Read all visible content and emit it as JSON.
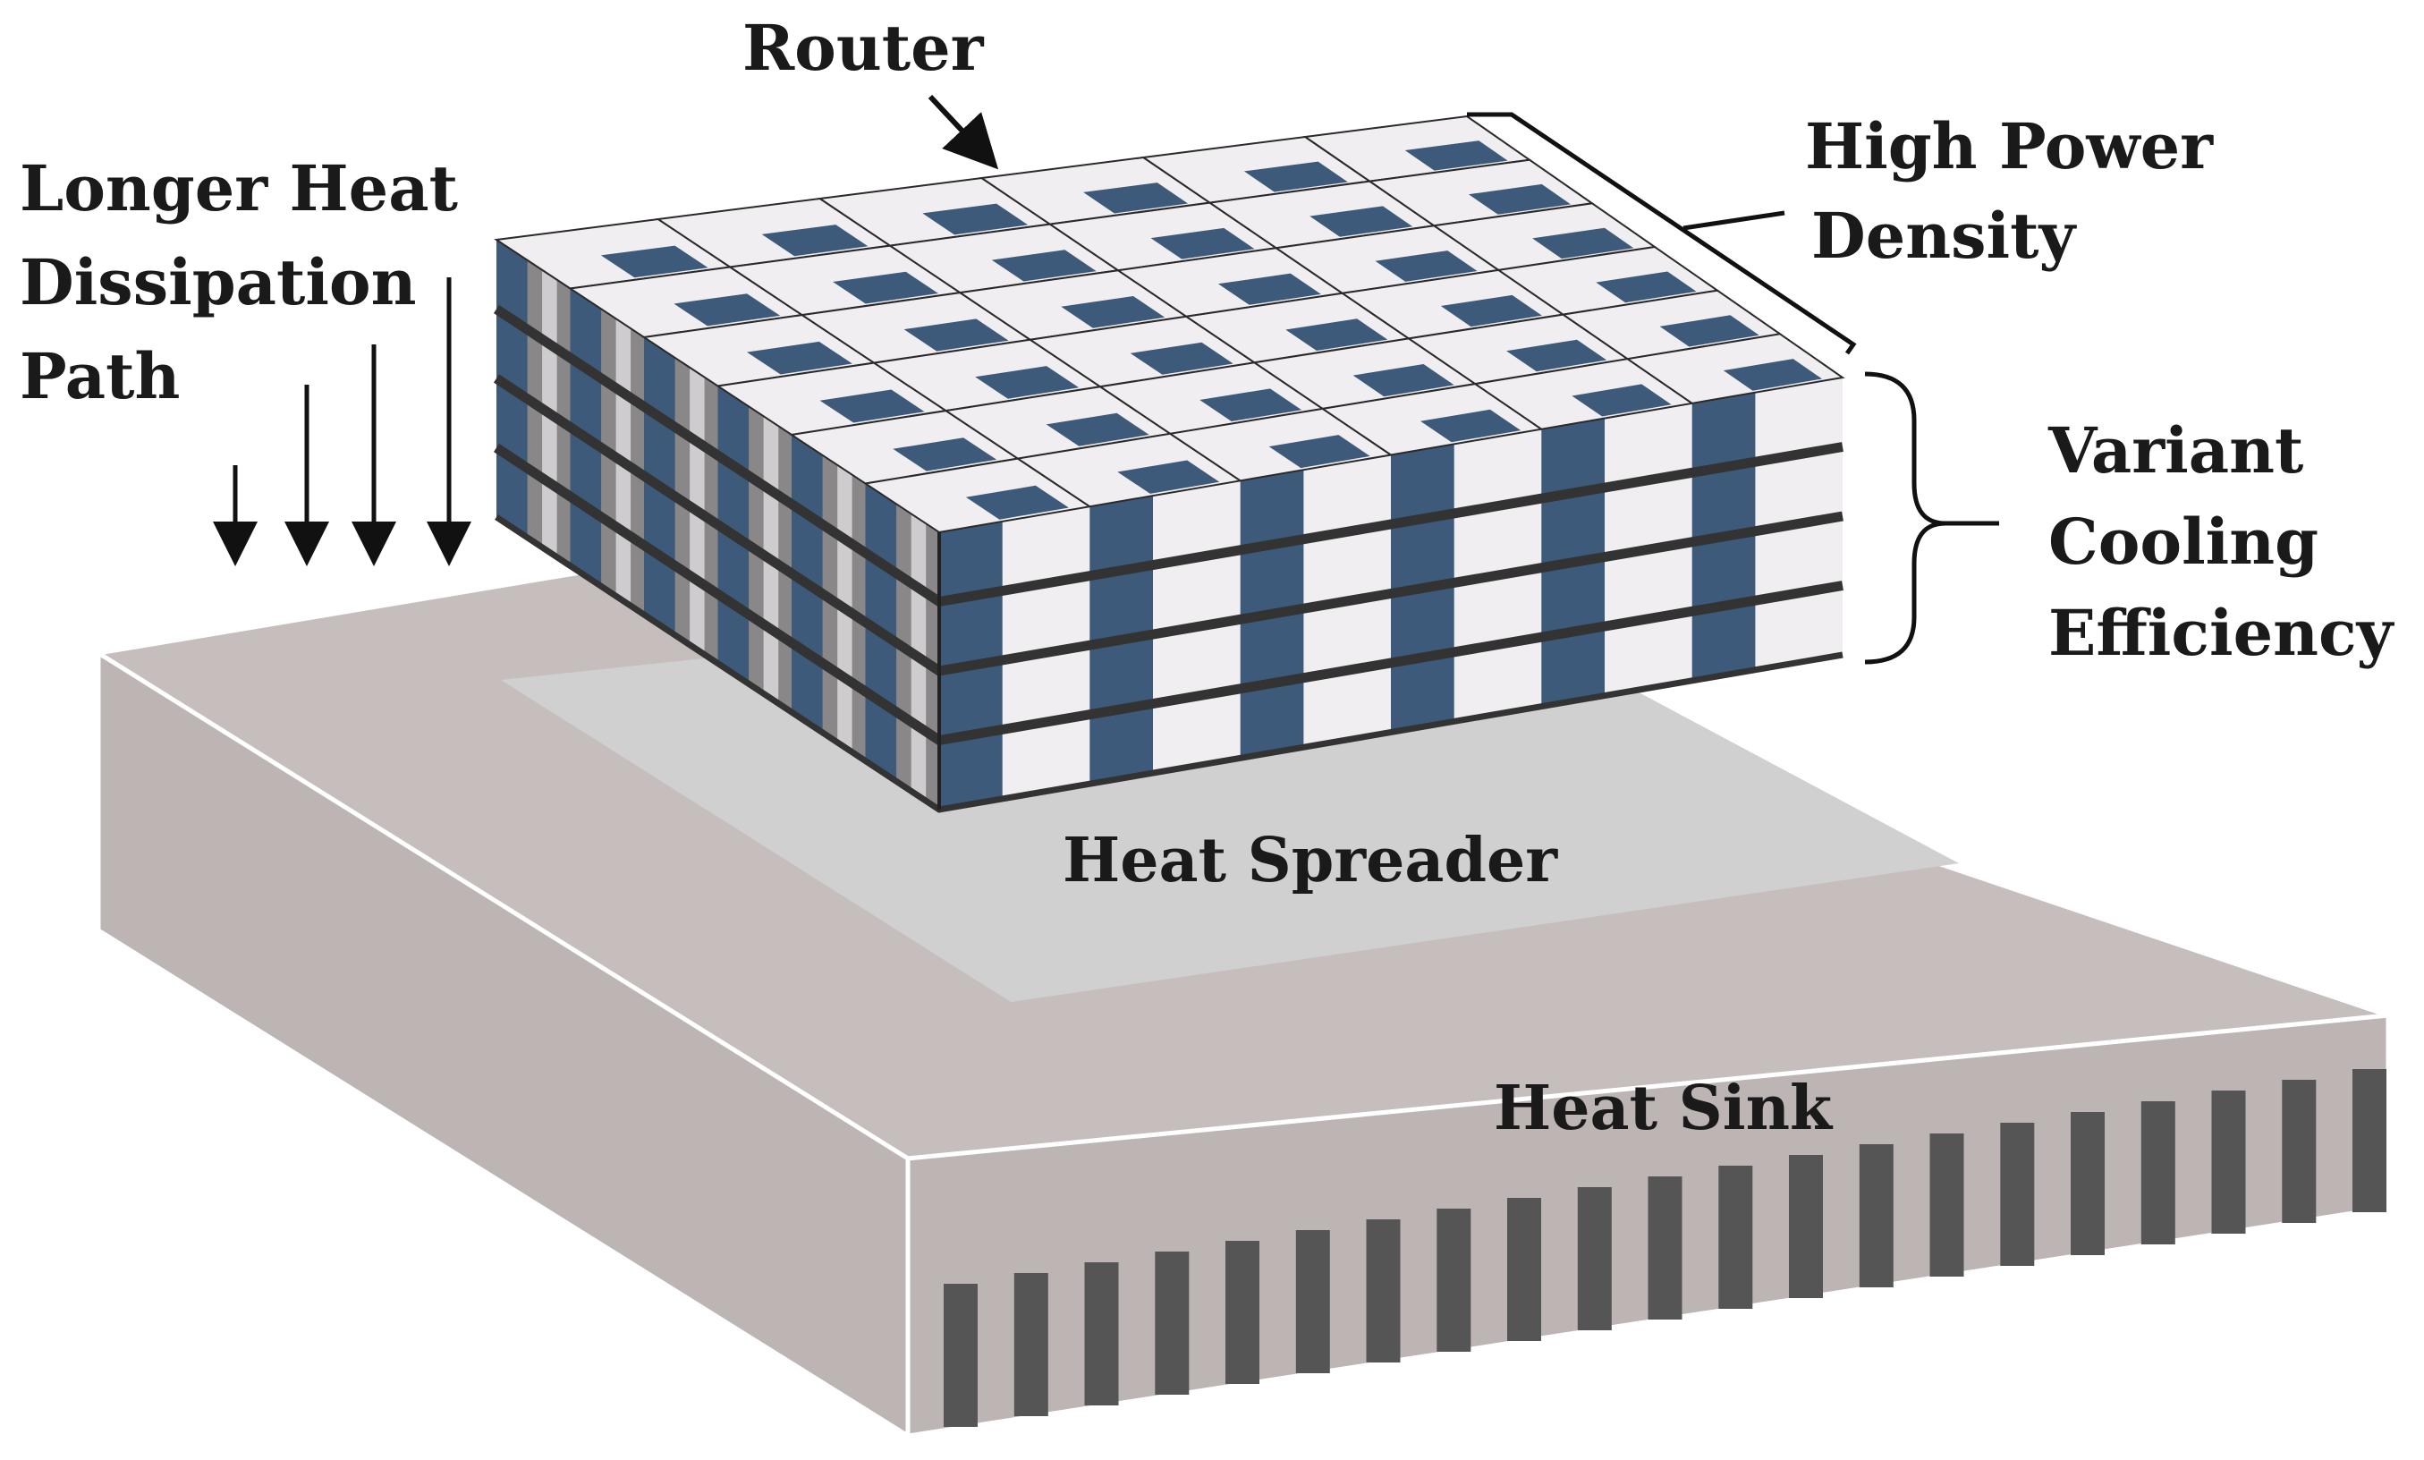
{
  "labels": {
    "router": "Router",
    "heat_path": [
      "Longer Heat",
      "Dissipation",
      "Path"
    ],
    "high_power": [
      "High Power",
      "Density"
    ],
    "cooling": [
      "Variant",
      "Cooling",
      "Efficiency"
    ],
    "spreader": "Heat Spreader",
    "sink": "Heat Sink"
  },
  "structure": {
    "grid_rows": 6,
    "grid_cols": 6,
    "layers": 4,
    "heat_sink_fins": 21
  },
  "colors": {
    "router_blue": "#3d5a7a",
    "tile_white": "#f1eef1",
    "side_grey": "#8a8789",
    "layer_line": "#333333",
    "sink_top": "#c6bebd",
    "sink_side": "#bcb5b4",
    "spreader": "#d0d0d0",
    "fin": "#555555"
  }
}
